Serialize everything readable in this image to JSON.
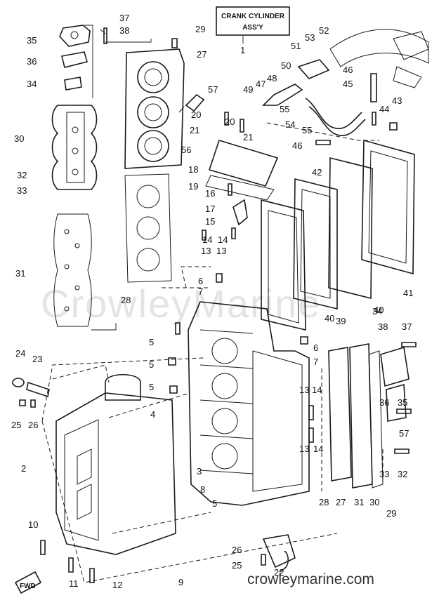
{
  "title_box": {
    "line1": "CRANK CYLINDER",
    "line2": "ASS'Y",
    "ref": "1"
  },
  "watermark": "CrowleyMarine",
  "site_url": "crowleymarine.com",
  "fwd_label": "FWD",
  "callouts": [
    "37",
    "38",
    "35",
    "36",
    "34",
    "30",
    "32",
    "33",
    "31",
    "29",
    "27",
    "57",
    "20",
    "20",
    "21",
    "21",
    "56",
    "18",
    "19",
    "16",
    "17",
    "15",
    "14",
    "14",
    "13",
    "13",
    "28",
    "6",
    "7",
    "53",
    "52",
    "51",
    "50",
    "48",
    "47",
    "49",
    "55",
    "55",
    "54",
    "46",
    "45",
    "44",
    "43",
    "46",
    "42",
    "41",
    "40",
    "39",
    "40",
    "6",
    "7",
    "34",
    "38",
    "37",
    "24",
    "23",
    "25",
    "26",
    "5",
    "5",
    "5",
    "4",
    "2",
    "3",
    "8",
    "5",
    "10",
    "11",
    "12",
    "9",
    "13",
    "14",
    "13",
    "14",
    "36",
    "35",
    "57",
    "33",
    "32",
    "28",
    "27",
    "31",
    "30",
    "29",
    "26",
    "25",
    "22"
  ]
}
